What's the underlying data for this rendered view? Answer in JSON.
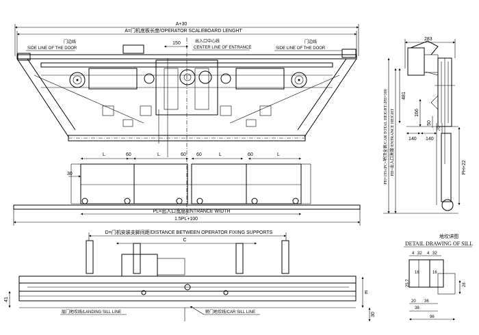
{
  "top_view": {
    "dim_a30": "A+30",
    "dim_a_label": "A=门机底板长度/OPERATOR SCALEBOARD LENGHT",
    "side_line_cn_left": "门边线",
    "side_line_en_left": "SIDE LINE OF THE DOOR",
    "dim_150": "150",
    "center_line_cn": "出入口中心线",
    "center_line_en": "CENTER LINE OF ENTRANCE",
    "side_line_cn_right": "门边线",
    "side_line_en_right": "SIDE LINE OF THE DOOR",
    "dim_L": "L",
    "dim_60": "60",
    "dim_30": "30",
    "dim_pl_label": "PL=出入口宽度/ENTRANCE WIDTH",
    "dim_15pl": "1.5PL+100"
  },
  "side_view": {
    "dim_283": "283",
    "dim_481": "481",
    "dim_166": "166",
    "dim_50": "50",
    "dim_76": "76",
    "dim_140a": "140",
    "dim_140b": "140",
    "dim_ph22": "PH+22",
    "vert_label_1": "PH+195≤PC=轿顶全高/CAR TOTAL HEIGHT≤PH+300",
    "vert_label_2": "PH=出入口高度/ENTRANCE HEIGHT"
  },
  "bottom_view": {
    "dim_d_label": "D=门机安装支脚间距/DISTANCE BETWEEN OPERATOR FIXING SUPPORTS",
    "dim_c": "C",
    "dim_41": "41",
    "dim_30": "30",
    "dim_e": "E",
    "landing_sill": "层门地坎线/LANDING SILL LINE",
    "car_sill": "轿门地坎线/CAR SILL LINE"
  },
  "sill_detail": {
    "title_cn": "地坎详图",
    "title_en": "DETAIL DRAWING OF SILL",
    "d4": "4",
    "d32": "32",
    "d4b": "4",
    "d32b": "32",
    "d16a": "16",
    "d16b": "16",
    "d257": "25.7",
    "d20": "20",
    "d36": "36",
    "d38": "38",
    "d96": "96",
    "d28": "28"
  }
}
